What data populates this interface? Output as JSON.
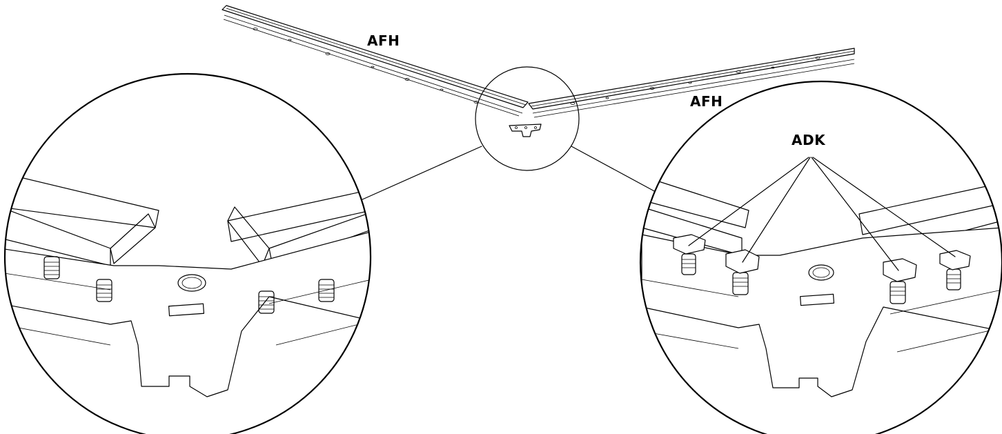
{
  "labels": {
    "rail_left": "AFH",
    "rail_right": "AFH",
    "fastener": "ADK"
  }
}
